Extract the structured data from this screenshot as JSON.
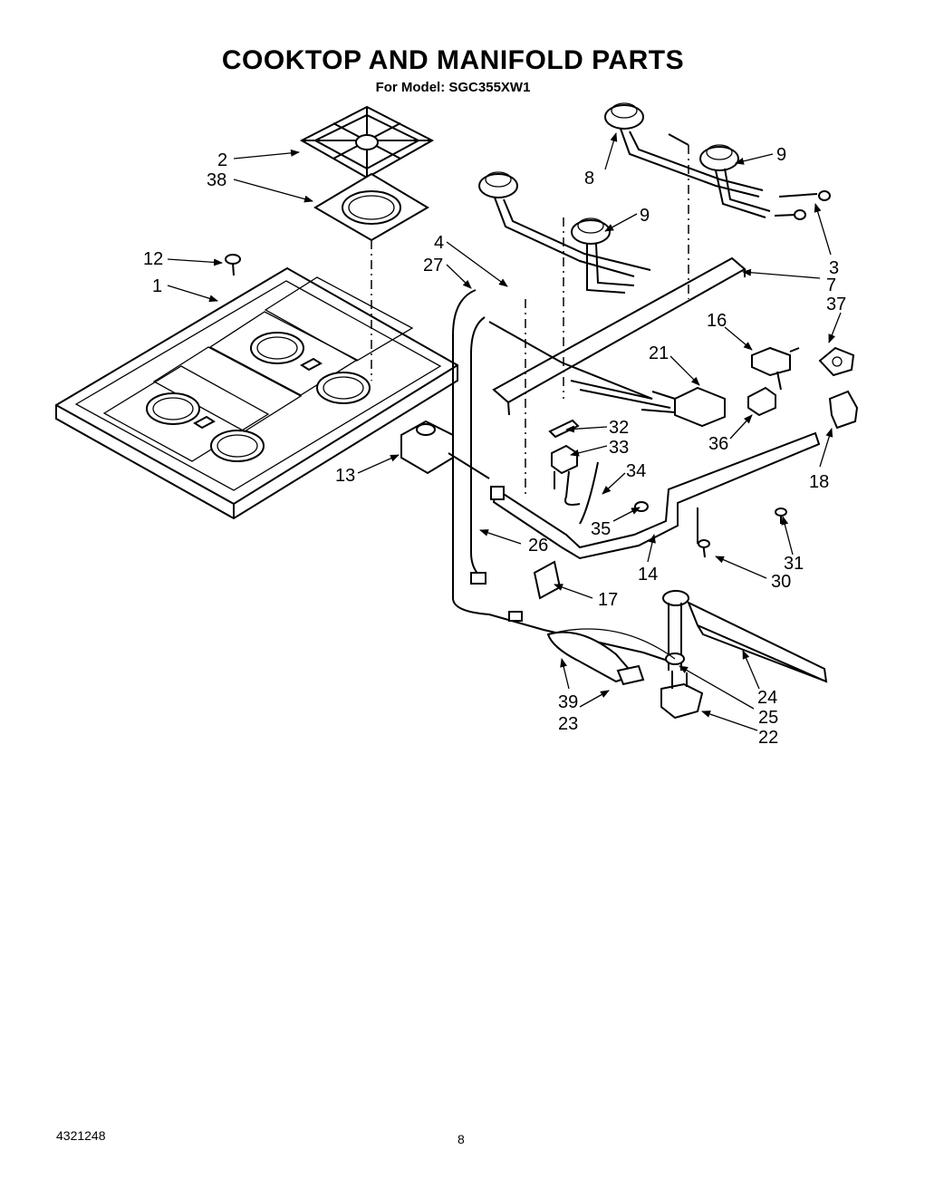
{
  "header": {
    "title": "COOKTOP AND MANIFOLD PARTS",
    "model_line": "For Model: SGC355XW1"
  },
  "callouts": [
    "1",
    "2",
    "3",
    "4",
    "7",
    "8",
    "9",
    "9",
    "12",
    "13",
    "14",
    "16",
    "17",
    "18",
    "21",
    "22",
    "23",
    "24",
    "25",
    "26",
    "27",
    "30",
    "31",
    "32",
    "33",
    "34",
    "35",
    "36",
    "37",
    "38",
    "39"
  ],
  "footer": {
    "document_number": "4321248",
    "page_number": "8"
  }
}
